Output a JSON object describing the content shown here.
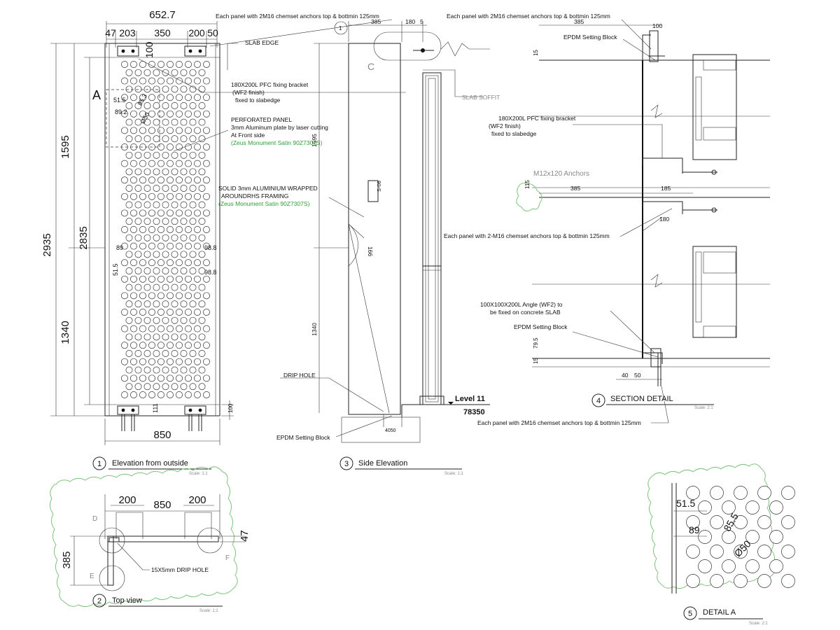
{
  "elevation": {
    "dim_top_total": "652.7",
    "dim_47": "47",
    "dim_203": "203",
    "dim_350": "350",
    "dim_200": "200",
    "dim_50": "50",
    "dim_100": "100",
    "label_a": "A",
    "dim_515": "51.5",
    "dim_853": "85.3",
    "dim_892": "89.2",
    "dim_phi50": "Ø50",
    "dim_2935": "2935",
    "dim_2835": "2835",
    "dim_1595": "1595",
    "dim_1340": "1340",
    "dim_89": "89",
    "dim_515_mid": "51.5",
    "dim_988_a": "98.8",
    "dim_988_b": "98.8",
    "dim_111": "111",
    "dim_bottom_small": "100",
    "dim_850": "850",
    "title_num": "1",
    "title": "Elevation from outside",
    "scale": "Scale: 1:1"
  },
  "annotations": {
    "anchors_top": "Each panel with 2M16 chemset anchors top & bottmin 125mm",
    "slab_edge": "SLAB EDGE",
    "pfc_1": "180X200L PFC fixing bracket",
    "pfc_2": "(WF2 finish)",
    "pfc_3": "fixed to slabedge",
    "perf_1": "PERFORATED PANEL",
    "perf_2": "3mm Aluminum plate by laser cutting",
    "perf_3": "At Front side",
    "perf_4": "(Zeus Monument Satin 90Z7307S)",
    "solid_1": "SOLID 3mm ALUMINIUM WRAPPED",
    "solid_2": "AROUNDRHS FRAMING",
    "solid_3": "(Zeus Monument Satin 90Z7307S)",
    "drip_hole": "DRIP HOLE",
    "epdm_block": "EPDM Setting Block"
  },
  "side": {
    "circle_num": "1",
    "dim_385": "385",
    "dim_180": "180",
    "dim_5": "5",
    "label_c": "C",
    "slab_soffit": "SLAB SOFFIT",
    "dim_1595_v": "1595",
    "tag_s06": "S-06",
    "dim_166": "166",
    "dim_1340_v": "1340",
    "level": "Level 11",
    "level_val": "78350",
    "dim_4050": "4050",
    "title_num": "3",
    "title": "Side Elevation",
    "scale": "Scale: 1:1"
  },
  "section": {
    "anchors_top": "Each panel with 2M16 chemset anchors top & bottmin 125mm",
    "dim_385": "385",
    "dim_100": "100",
    "epdm_top": "EPDM Setting Block",
    "dim_15": "15",
    "pfc_1": "180X200L PFC fixing bracket",
    "pfc_2": "(WF2 finish)",
    "pfc_3": "fixed to slabedge",
    "m12": "M12x120 Anchors",
    "dim_115": "115",
    "dim_385b": "385",
    "dim_185": "185",
    "dim_180": "180",
    "anchors_mid": "Each panel with 2-M16 chemset anchors top & bottmin 125mm",
    "angle_1": "100X100X200L Angle  (WF2) to",
    "angle_2": "be fixed on concrete SLAB",
    "epdm_bot": "EPDM Setting Block",
    "dim_795": "79.5",
    "dim_15b": "15",
    "dim_40": "40",
    "dim_50": "50",
    "title_num": "4",
    "title": "SECTION DETAIL",
    "scale": "Scale: 2:1",
    "anchors_bottom": "Each panel with 2M16 chemset anchors top & bottmin 125mm"
  },
  "top_view": {
    "dim_850": "850",
    "dim_200a": "200",
    "dim_200b": "200",
    "label_d": "D",
    "label_e": "E",
    "label_f": "F",
    "dim_385": "385",
    "dim_47": "47",
    "drip": "15X5mm DRIP HOLE",
    "title_num": "2",
    "title": "Top view",
    "scale": "Scale: 1:1"
  },
  "detail_a": {
    "dim_515": "51.5",
    "dim_855": "85.5",
    "dim_89": "89",
    "dim_phi50": "Ø50",
    "title_num": "5",
    "title": "DETAIL A",
    "scale": "Scale: 2:1"
  }
}
